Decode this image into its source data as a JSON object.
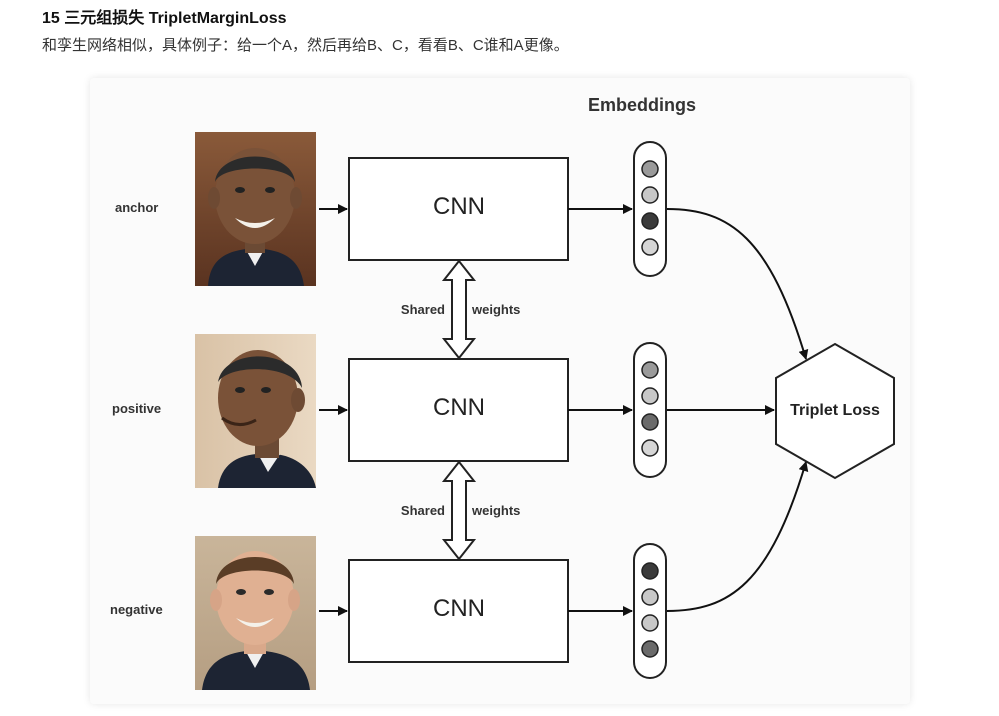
{
  "heading": "15 三元组损失 TripletMarginLoss",
  "description": "和孪生网络相似，具体例子：给一个A，然后再给B、C，看看B、C谁和A更像。",
  "figure": {
    "embeddings_title": "Embeddings",
    "rows": [
      {
        "label": "anchor",
        "network": "CNN",
        "photo": "face-photo-anchor"
      },
      {
        "label": "positive",
        "network": "CNN",
        "photo": "face-photo-positive"
      },
      {
        "label": "negative",
        "network": "CNN",
        "photo": "face-photo-negative"
      }
    ],
    "shared_left": "Shared",
    "shared_right": "weights",
    "loss_label": "Triplet Loss",
    "embedding_dots": [
      [
        "#9a9a9a",
        "#c8c8c8",
        "#3a3a3a",
        "#d6d6d6"
      ],
      [
        "#9a9a9a",
        "#c8c8c8",
        "#6a6a6a",
        "#d6d6d6"
      ],
      [
        "#3a3a3a",
        "#c8c8c8",
        "#c8c8c8",
        "#6a6a6a"
      ]
    ]
  }
}
